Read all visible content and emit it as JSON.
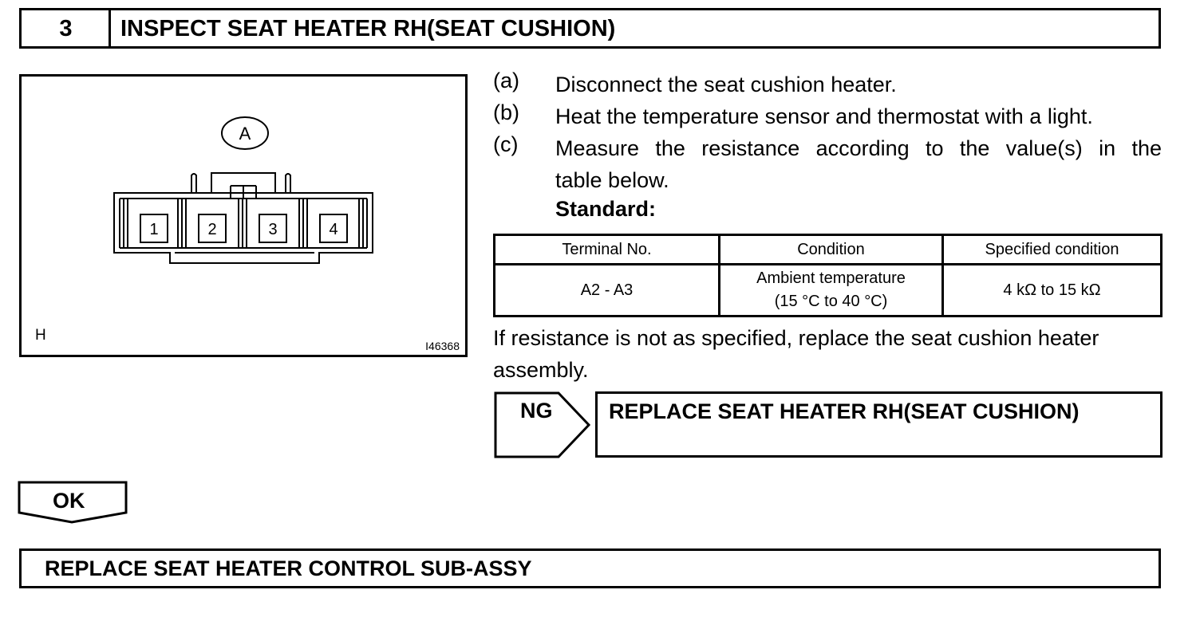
{
  "step": {
    "number": "3",
    "title": "INSPECT SEAT HEATER RH(SEAT CUSHION)"
  },
  "figure": {
    "connector_label": "A",
    "pins": [
      "1",
      "2",
      "3",
      "4"
    ],
    "corner_label": "H",
    "illustration_id": "I46368"
  },
  "instructions": [
    {
      "letter": "(a)",
      "text": "Disconnect the seat cushion heater."
    },
    {
      "letter": "(b)",
      "text": "Heat the temperature sensor and thermostat with a light."
    },
    {
      "letter": "(c)",
      "text_line1": "Measure the resistance according to the value(s) in the",
      "text_line2": "table below."
    }
  ],
  "standard_label": "Standard:",
  "table": {
    "headers": [
      "Terminal No.",
      "Condition",
      "Specified condition"
    ],
    "rows": [
      {
        "terminal": "A2 - A3",
        "condition_line1": "Ambient temperature",
        "condition_line2": "(15 °C to 40 °C)",
        "specified": "4 kΩ to 15 kΩ"
      }
    ]
  },
  "note": "If resistance is not as specified, replace the seat cushion heater assembly.",
  "ng": {
    "label": "NG",
    "action": "REPLACE SEAT HEATER RH(SEAT CUSHION)"
  },
  "ok": {
    "label": "OK"
  },
  "final_action": "REPLACE SEAT HEATER CONTROL SUB-ASSY"
}
